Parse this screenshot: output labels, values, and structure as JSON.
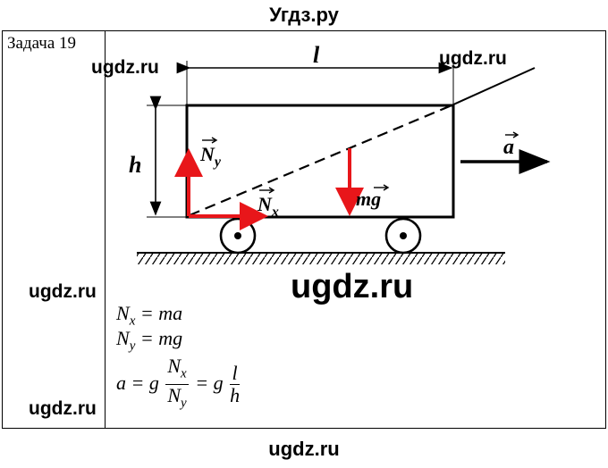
{
  "header": {
    "title": "Угдз.ру"
  },
  "task": {
    "label": "Задача 19"
  },
  "watermarks": {
    "small": "ugdz.ru",
    "large": "ugdz.ru",
    "bottom": "ugdz.ru"
  },
  "diagram": {
    "label_l": "l",
    "label_h": "h",
    "label_a": "a",
    "label_Ny_base": "N",
    "label_Ny_sub": "y",
    "label_Nx_base": "N",
    "label_Nx_sub": "x",
    "label_mg": "mg",
    "colors": {
      "force": "#e8161a",
      "line": "#000000"
    }
  },
  "formulas": {
    "eq1": {
      "left_base": "N",
      "left_sub": "x",
      "right": "= ma"
    },
    "eq2": {
      "left_base": "N",
      "left_sub": "y",
      "right": "= mg"
    },
    "eq3": {
      "lhs": "a = g",
      "frac1_num_base": "N",
      "frac1_num_sub": "x",
      "frac1_den_base": "N",
      "frac1_den_sub": "y",
      "mid": "= g",
      "frac2_num": "l",
      "frac2_den": "h"
    }
  }
}
